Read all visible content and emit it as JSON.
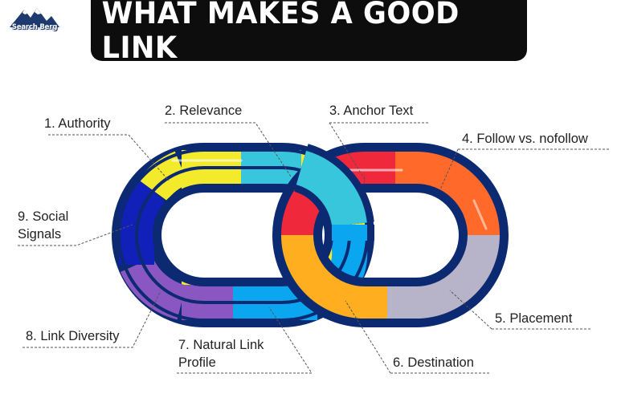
{
  "brand": {
    "logo_text": "Search Berg"
  },
  "title": "WHAT MAKES A GOOD LINK",
  "factors": [
    {
      "label": "1. Authority",
      "color": "#f2ea2a"
    },
    {
      "label": "2. Relevance",
      "color": "#38c6dc"
    },
    {
      "label": "3. Anchor Text",
      "color": "#f0283c"
    },
    {
      "label": "4. Follow vs. nofollow",
      "color": "#ff6a2b"
    },
    {
      "label": "5. Placement",
      "color": "#b7b3c8"
    },
    {
      "label": "6. Destination",
      "color": "#ffae1f"
    },
    {
      "label": "7. Natural Link Profile",
      "color": "#0aa7f0"
    },
    {
      "label": "8. Link Diversity",
      "color": "#8a57c2"
    },
    {
      "label": "9. Social Signals",
      "color": "#1020b8"
    }
  ],
  "colors": {
    "outline": "#0b2a72",
    "title_bg": "#0d0d0d",
    "leader": "#555555"
  }
}
